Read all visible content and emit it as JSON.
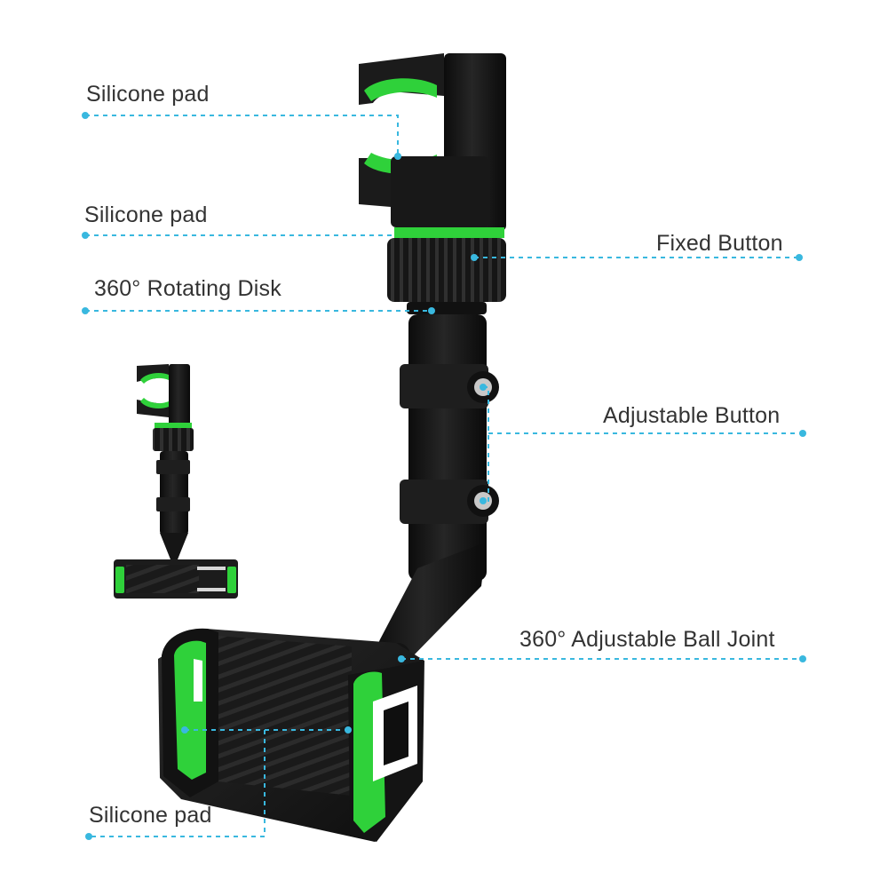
{
  "callouts": {
    "silicone_pad_top": "Silicone pad",
    "silicone_pad_mid": "Silicone pad",
    "rotating_disk": "360° Rotating Disk",
    "fixed_button": "Fixed Button",
    "adjustable_button": "Adjustable Button",
    "ball_joint": "360° Adjustable Ball Joint",
    "silicone_pad_bottom": "Silicone pad"
  },
  "colors": {
    "accent_green": "#2fd13a",
    "body_black": "#151515",
    "leader_blue": "#39b8df",
    "label_text": "#333333"
  }
}
